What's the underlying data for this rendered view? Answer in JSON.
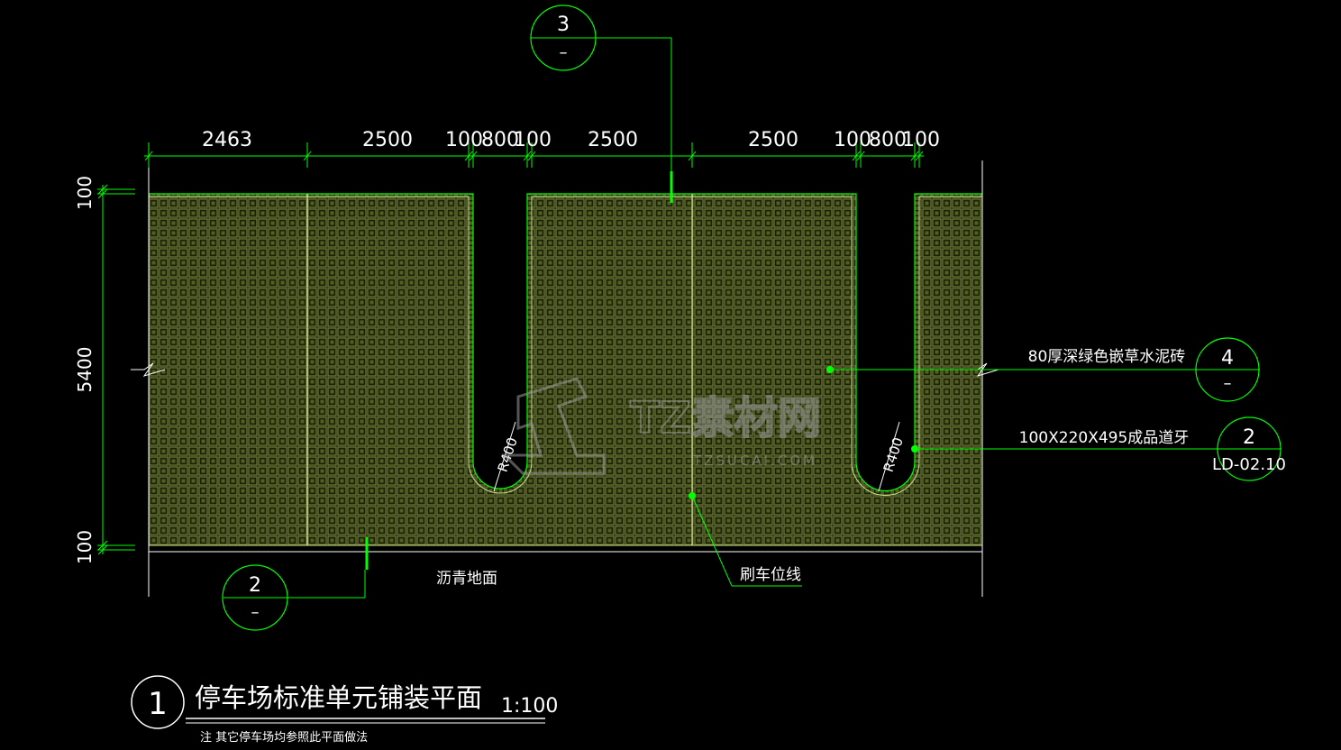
{
  "colors": {
    "bg": "#000000",
    "line": "#00ff00",
    "text": "#ffffff",
    "paver": "#6f7a3a",
    "paver_dark": "#1a2208",
    "watermark": "#9a9a9a"
  },
  "dims_top": [
    "2463",
    "2500",
    "100",
    "800",
    "100",
    "2500",
    "2500",
    "100",
    "800",
    "100"
  ],
  "dims_left": [
    "100",
    "5400",
    "100"
  ],
  "radius_labels": [
    "R400",
    "R400"
  ],
  "callouts": {
    "c3": {
      "top": "3",
      "bottom": "–"
    },
    "c4": {
      "top": "4",
      "bottom": "–"
    },
    "c2r": {
      "top": "2",
      "bottom": "LD-02.10"
    },
    "c2l": {
      "top": "2",
      "bottom": "–"
    }
  },
  "notes": {
    "paver": "80厚深绿色嵌草水泥砖",
    "curb": "100X220X495成品道牙",
    "asphalt": "沥青地面",
    "brush_line": "刷车位线"
  },
  "title": {
    "number": "1",
    "text": "停车场标准单元铺装平面",
    "scale": "1:100",
    "note": "注  其它停车场均参照此平面做法"
  },
  "watermark": {
    "main": "TZ素材网",
    "sub": "TZSUCAI.COM"
  }
}
